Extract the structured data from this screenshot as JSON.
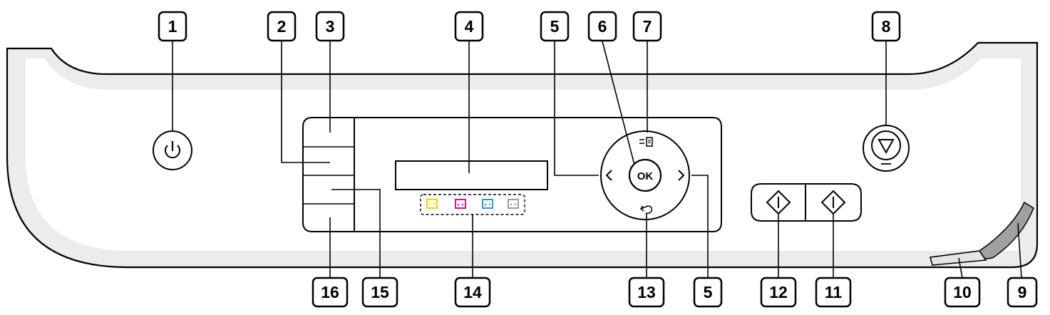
{
  "callouts": [
    {
      "id": "1",
      "label": "1"
    },
    {
      "id": "2",
      "label": "2"
    },
    {
      "id": "3",
      "label": "3"
    },
    {
      "id": "4",
      "label": "4"
    },
    {
      "id": "5a",
      "label": "5"
    },
    {
      "id": "6",
      "label": "6"
    },
    {
      "id": "7",
      "label": "7"
    },
    {
      "id": "8",
      "label": "8"
    },
    {
      "id": "9",
      "label": "9"
    },
    {
      "id": "10",
      "label": "10"
    },
    {
      "id": "11",
      "label": "11"
    },
    {
      "id": "12",
      "label": "12"
    },
    {
      "id": "13",
      "label": "13"
    },
    {
      "id": "5b",
      "label": "5"
    },
    {
      "id": "14",
      "label": "14"
    },
    {
      "id": "15",
      "label": "15"
    },
    {
      "id": "16",
      "label": "16"
    }
  ],
  "ok_button": {
    "label": "OK"
  },
  "colors": {
    "panel_fill": "#ececec",
    "panel_inner": "#ffffff",
    "toner_yellow": "#f2d400",
    "toner_magenta": "#d4148c",
    "toner_cyan": "#2a9fd0",
    "toner_black": "#9a9a9a"
  },
  "icons": [
    "power-icon",
    "stop-icon",
    "start-icon",
    "back-icon",
    "menu-icon",
    "arrow-left-icon",
    "arrow-right-icon",
    "toner-icon"
  ]
}
